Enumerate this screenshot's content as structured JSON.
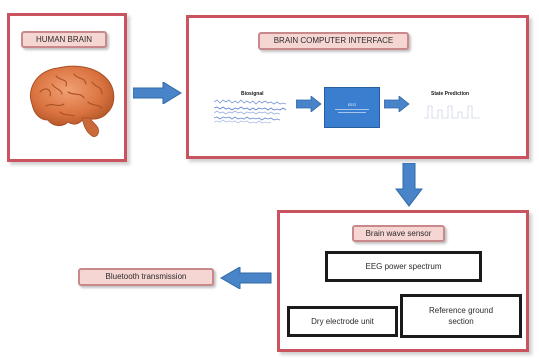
{
  "colors": {
    "panel_border": "#c9545f",
    "pill_fill": "#f6d6d3",
    "arrow_blue": "#4a84c8",
    "eeg_block": "#3a7fcf"
  },
  "human_brain": {
    "title": "HUMAN BRAIN",
    "image_icon": "brain-icon"
  },
  "bci": {
    "title": "BRAIN COMPUTER INTERFACE",
    "biosignal_label": "Biosignal",
    "eeg_block_text": "EEG",
    "state_prediction_label": "State Prediction"
  },
  "sensor": {
    "title": "Brain wave sensor",
    "eeg_power_spectrum": "EEG power spectrum",
    "dry_electrode_unit": "Dry electrode unit",
    "reference_ground_section": "Reference ground section"
  },
  "bluetooth": {
    "label": "Bluetooth transmission"
  }
}
